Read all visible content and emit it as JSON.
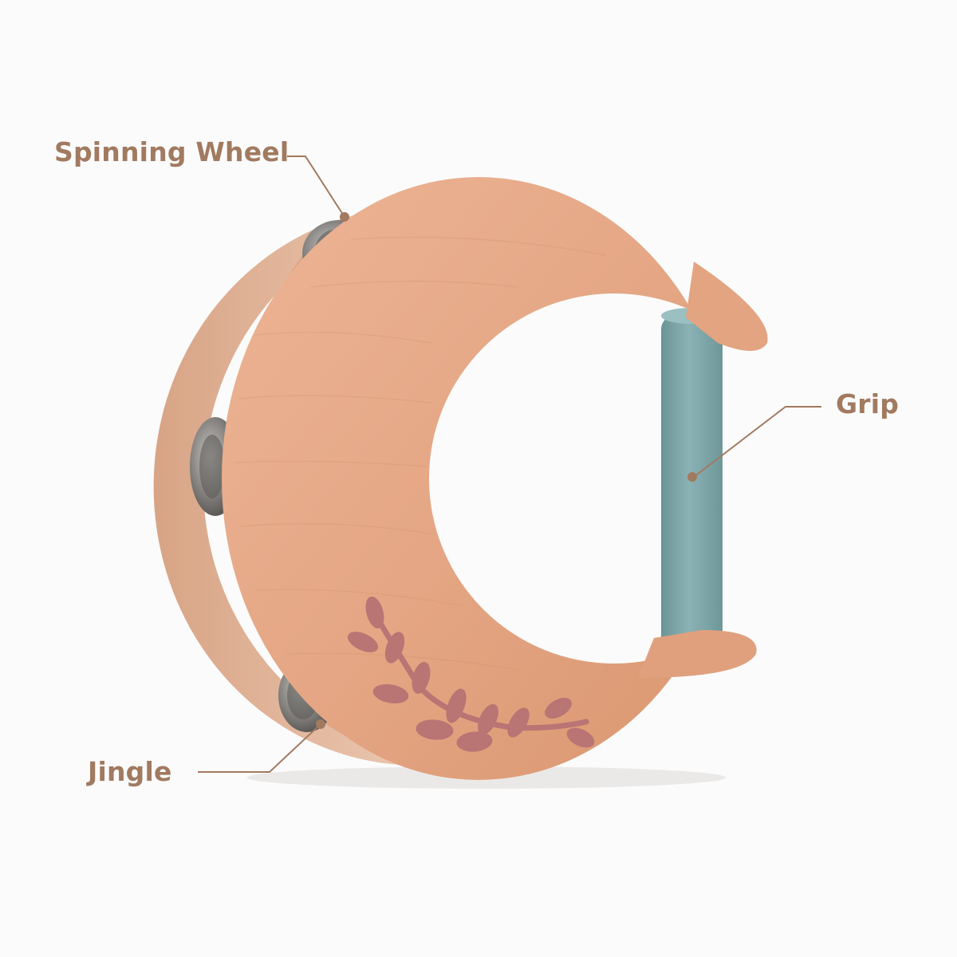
{
  "callouts": {
    "spinning_wheel": "Spinning Wheel",
    "grip": "Grip",
    "jingle": "Jingle"
  },
  "colors": {
    "background": "#fbfbfb",
    "label_text": "#a17a60",
    "leader_line": "#a17a60",
    "wood": "#e6a886",
    "grip_rod": "#7fa6a8",
    "leaf_motif": "#b97474",
    "metal_jingle": "#7d7c7b"
  }
}
